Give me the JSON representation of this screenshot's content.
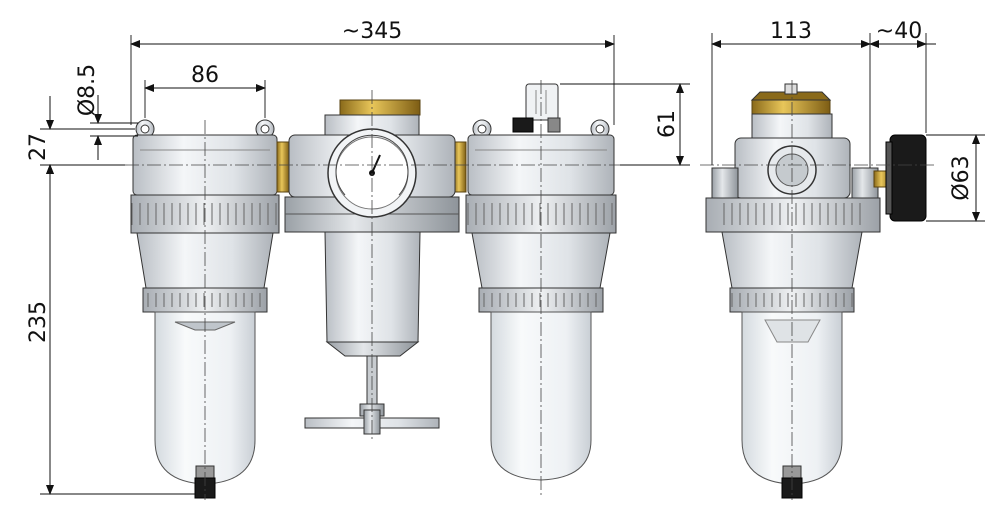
{
  "dimensions": {
    "overall_width": "~345",
    "port_spacing": "86",
    "mounting_hole": "Ø8.5",
    "top_offset": "27",
    "height_below": "235",
    "top_projection": "61",
    "side_depth": "113",
    "gauge_projection": "~40",
    "gauge_diameter": "Ø63"
  },
  "colors": {
    "brass": "#c9a23a",
    "metal": "#d9dde2",
    "glass": "#eef2f5",
    "line": "#111111"
  }
}
